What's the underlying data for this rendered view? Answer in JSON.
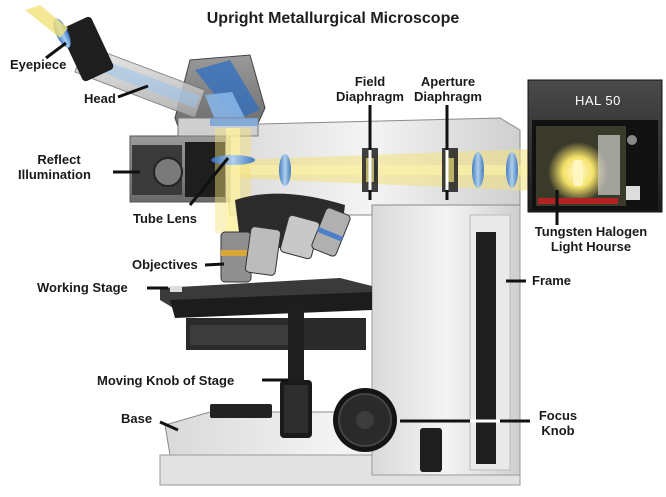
{
  "title": "Upright Metallurgical Microscope",
  "lamp_badge": "HAL 50",
  "labels": {
    "eyepiece": "Eyepiece",
    "head": "Head",
    "field_diaphragm_1": "Field",
    "field_diaphragm_2": "Diaphragm",
    "aperture_diaphragm_1": "Aperture",
    "aperture_diaphragm_2": "Diaphragm",
    "reflect_illumination_1": "Reflect",
    "reflect_illumination_2": "Illumination",
    "tube_lens": "Tube Lens",
    "tungsten_1": "Tungsten Halogen",
    "tungsten_2": "Light Hourse",
    "objectives": "Objectives",
    "frame": "Frame",
    "working_stage": "Working Stage",
    "moving_knob": "Moving Knob of Stage",
    "base": "Base",
    "focus_knob_1": "Focus",
    "focus_knob_2": "Knob"
  },
  "colors": {
    "light_path": "#f3e27a",
    "lens_blue": "#6f9fd8",
    "body_dark": "#2b2b2b",
    "body_light": "#e9e9e9"
  }
}
